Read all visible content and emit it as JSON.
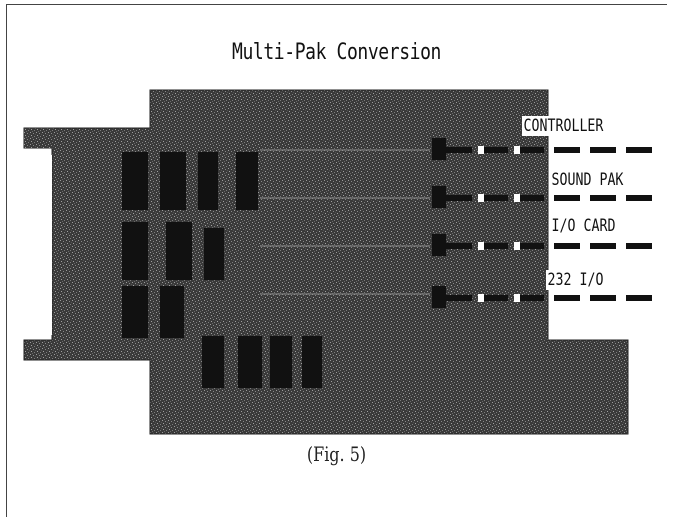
{
  "title": "Multi-Pak Conversion",
  "caption": "(Fig. 5)",
  "slot_labels": [
    "CONTROLLER",
    "SOUND PAK",
    "I/O CARD",
    "232 I/O"
  ],
  "colors": {
    "board": "#3c3c3c",
    "chip": "#111111",
    "line": "#111111"
  }
}
